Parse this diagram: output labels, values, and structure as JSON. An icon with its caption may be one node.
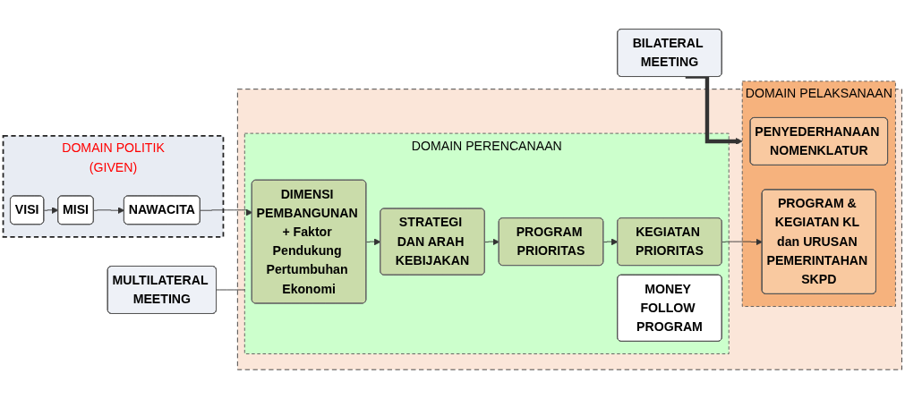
{
  "diagram": {
    "nodes": [
      {
        "text": [
          "DOMAIN POLITIK",
          "(GIVEN)"
        ]
      },
      {
        "text": [
          "VISI"
        ],
        "in": 0
      },
      {
        "text": [
          "MISI"
        ],
        "in": 0
      },
      {
        "text": [
          "NAWACITA"
        ],
        "in": 0
      },
      {
        "text": [],
        "shape": "box"
      },
      {
        "text": [
          "DOMAIN PERENCANAAN"
        ],
        "in": 4
      },
      {
        "text": [
          "DIMENSI PEMBANGUNAN + Faktor Pendukung Pertumbuhan Ekonomi"
        ],
        "in": 5
      },
      {
        "text": [
          "STRATEGI DAN ARAH KEBIJAKAN"
        ],
        "in": 5
      },
      {
        "text": [
          "PROGRAM PRIORITAS"
        ],
        "in": 5
      },
      {
        "text": [
          "KEGIATAN PRIORITAS"
        ],
        "in": 5
      },
      {
        "text": [
          "MONEY FOLLOW PROGRAM"
        ],
        "in": 5
      },
      {
        "text": [
          "DOMAIN PELAKSANAAN"
        ],
        "in": 4
      },
      {
        "text": [
          "PENYEDERHANAAN NOMENKLATUR"
        ],
        "in": 11
      },
      {
        "text": [
          "PROGRAM & KEGIATAN KL dan URUSAN PEMERINTAHAN SKPD"
        ],
        "in": 11
      },
      {
        "text": [
          "MULTILATERAL MEETING"
        ]
      },
      {
        "text": [
          "BILATERAL MEETING"
        ]
      }
    ],
    "edges": [
      {
        "from": 1,
        "to": 2,
        "arrow": "to"
      },
      {
        "from": 2,
        "to": 3,
        "arrow": "to"
      },
      {
        "from": 3,
        "to": 6,
        "arrow": "to"
      },
      {
        "from": 6,
        "to": 7,
        "arrow": "to"
      },
      {
        "from": 7,
        "to": 8,
        "arrow": "to"
      },
      {
        "from": 8,
        "to": 9,
        "arrow": "to"
      },
      {
        "from": 9,
        "to": 13,
        "arrow": "to"
      },
      {
        "from": 14,
        "to": 5,
        "arrow": "none"
      },
      {
        "from": 15,
        "to": 11,
        "arrow": "to",
        "style": "thick"
      }
    ]
  }
}
